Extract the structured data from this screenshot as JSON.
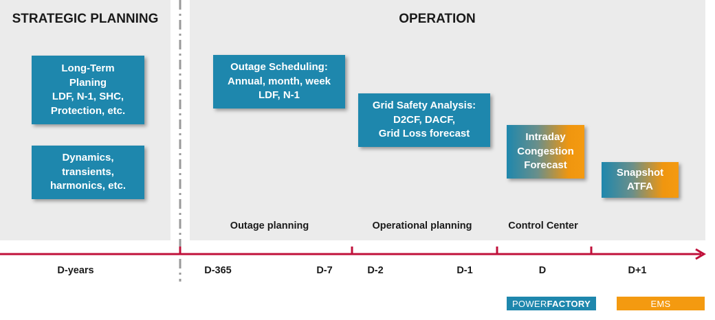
{
  "headings": {
    "strategic": "STRATEGIC PLANNING",
    "operation": "OPERATION"
  },
  "boxes": {
    "long_term": "Long-Term\nPlaning\nLDF, N-1, SHC,\nProtection, etc.",
    "dynamics": "Dynamics,\ntransients,\nharmonics, etc.",
    "outage": "Outage Scheduling:\nAnnual, month, week\nLDF, N-1",
    "grid_safety": "Grid Safety Analysis:\nD2CF, DACF,\nGrid Loss forecast",
    "intraday": "Intraday\nCongestion\nForecast",
    "snapshot": "Snapshot\nATFA"
  },
  "phases": {
    "outage_planning": "Outage planning",
    "operational_planning": "Operational planning",
    "control_center": "Control Center"
  },
  "timeline": {
    "d_years": "D-years",
    "d_365": "D-365",
    "d_7": "D-7",
    "d_2": "D-2",
    "d_1": "D-1",
    "d": "D",
    "d_plus_1": "D+1"
  },
  "legend": {
    "powerfactory_prefix": "POWER",
    "powerfactory_suffix": "FACTORY",
    "ems": "EMS"
  },
  "colors": {
    "blue": "#1e87ad",
    "orange": "#f49a10",
    "axis": "#c0103a",
    "panel": "#ebebeb",
    "divider": "#9a9a9a"
  }
}
